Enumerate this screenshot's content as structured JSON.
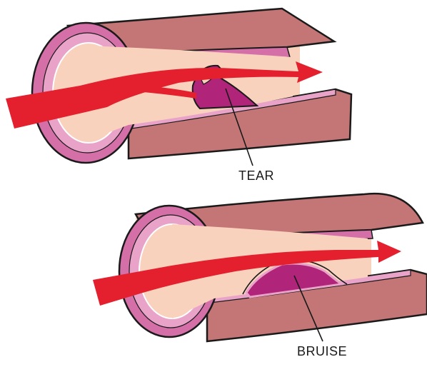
{
  "labels": {
    "tear": "TEAR",
    "bruise": "BRUISE"
  },
  "colors": {
    "outer_wall": "#c47575",
    "outer_wall_dark": "#a85c5c",
    "outline": "#1a1a1a",
    "adventitia": "#d56fa8",
    "media": "#e9a3c8",
    "intima_line": "#ffffff",
    "lumen": "#f9d2bd",
    "blood_flow": "#e4202e",
    "injury": "#b0247a",
    "injury_dark": "#8c1560"
  },
  "icons": [
    "blood-flow-arrow",
    "tear-flap",
    "bruise-hematoma"
  ]
}
